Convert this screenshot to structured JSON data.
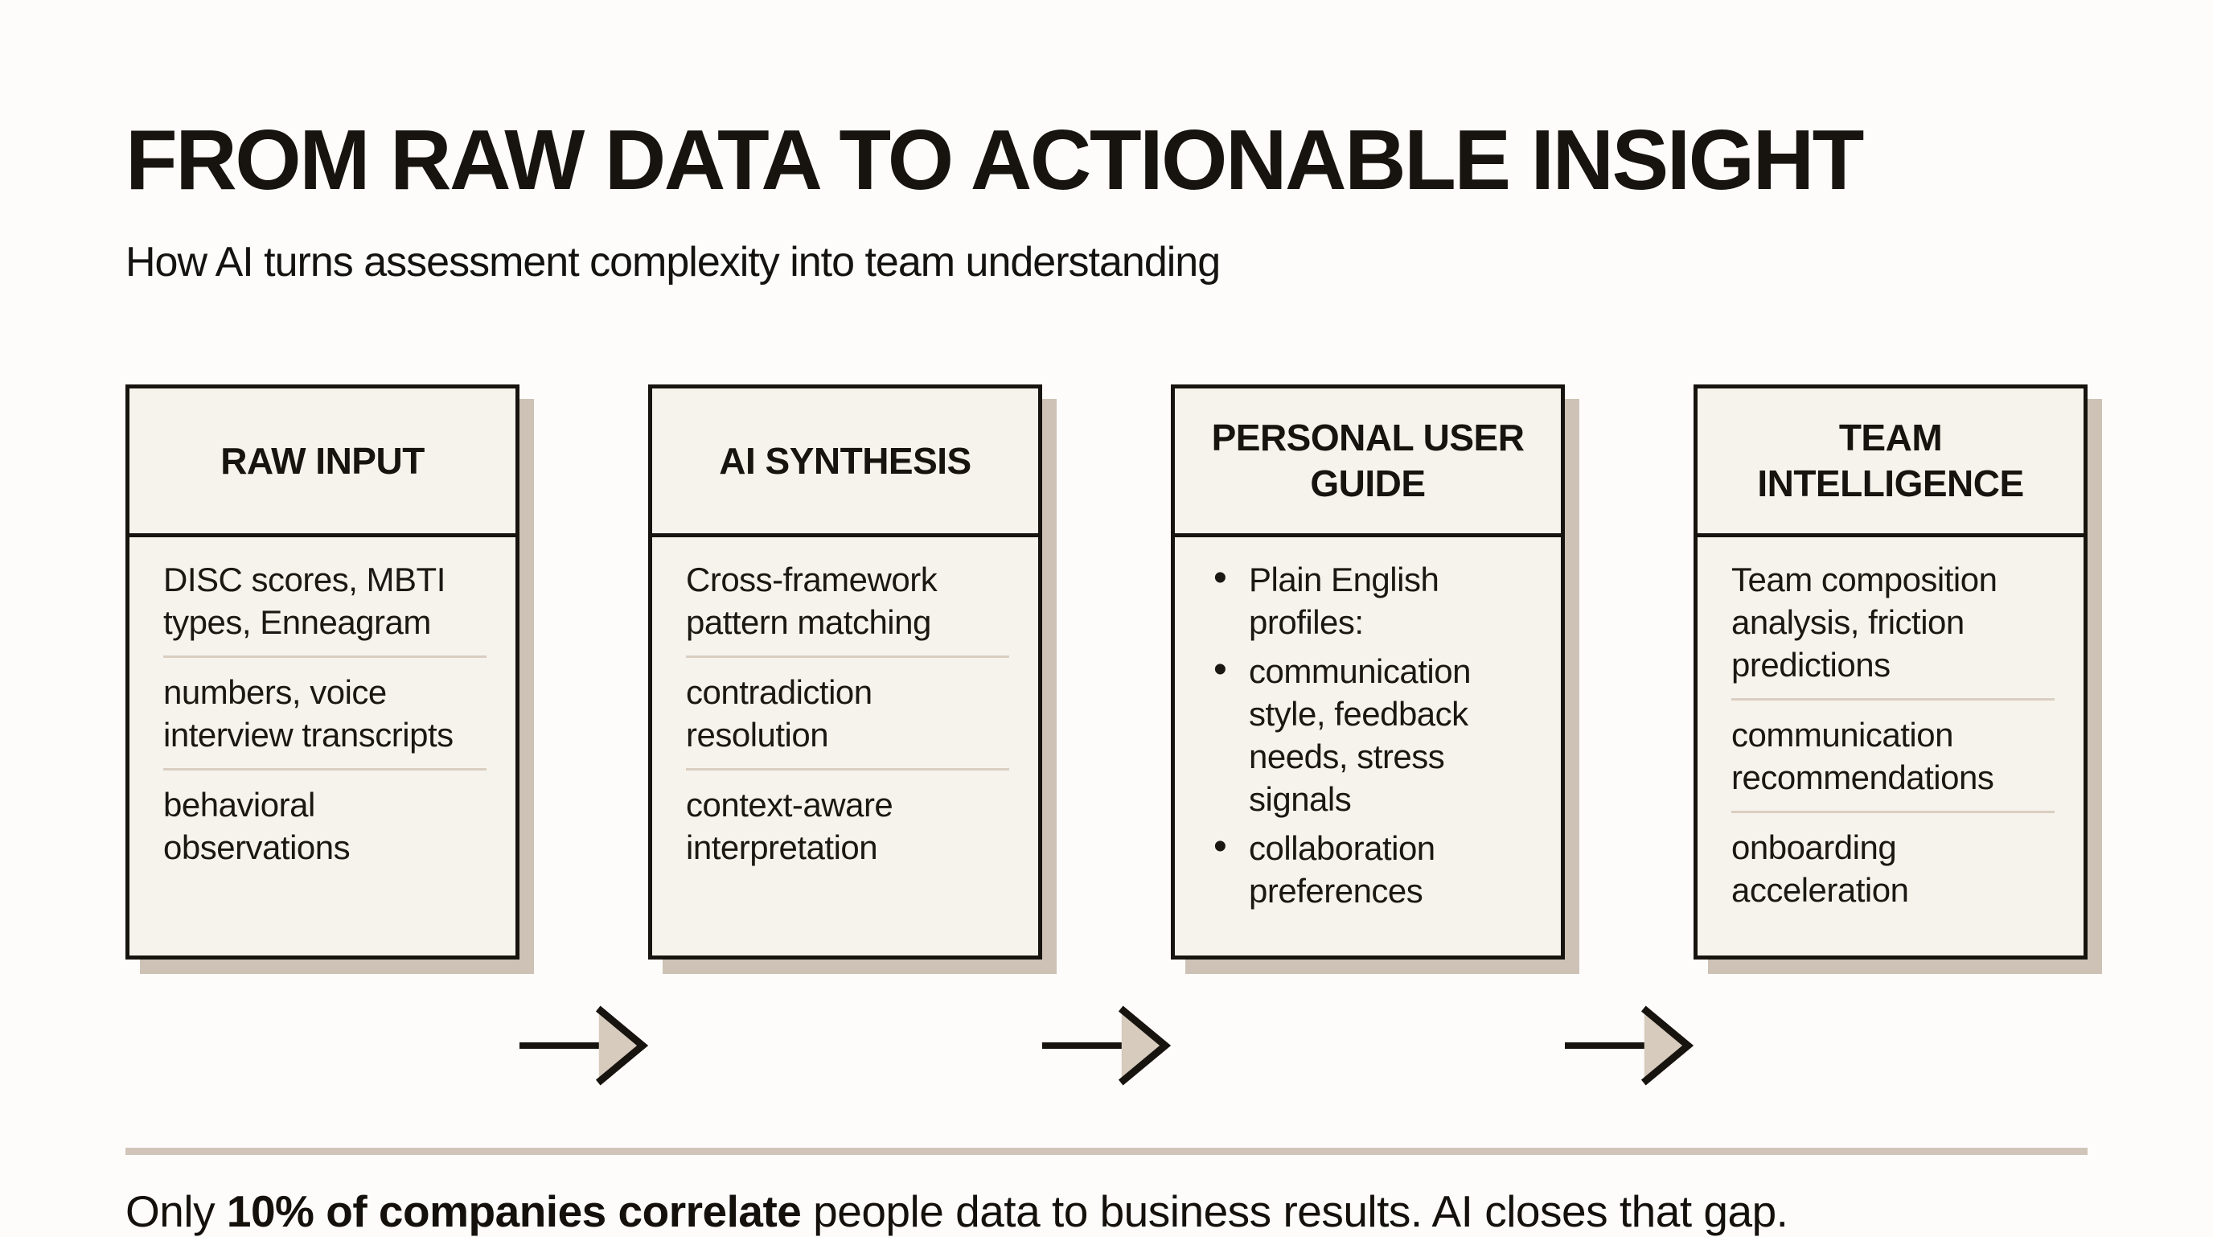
{
  "header": {
    "title": "FROM RAW DATA TO ACTIONABLE INSIGHT",
    "subtitle": "How AI turns assessment complexity into team understanding"
  },
  "flow": {
    "boxes": [
      {
        "title": "RAW INPUT",
        "list_style": "lines",
        "items": [
          "DISC scores, MBTI types, Enneagram",
          "numbers, voice interview transcripts",
          "behavioral observations"
        ]
      },
      {
        "title": "AI SYNTHESIS",
        "list_style": "lines",
        "items": [
          "Cross-framework pattern matching",
          "contradiction resolution",
          "context-aware interpretation"
        ]
      },
      {
        "title": "PERSONAL USER GUIDE",
        "list_style": "bullets",
        "items": [
          "Plain English profiles:",
          "communication style, feedback needs, stress signals",
          "collaboration preferences"
        ]
      },
      {
        "title": "TEAM INTELLIGENCE",
        "list_style": "lines",
        "items": [
          "Team composition analysis, friction predictions",
          "communication recommendations",
          "onboarding acceleration"
        ]
      }
    ],
    "arrow_icon": "right-arrow"
  },
  "footer": {
    "prefix": "Only ",
    "bold": "10% of companies correlate",
    "suffix": " people data to business results. AI closes that gap."
  },
  "colors": {
    "page_bg": "#fdfcfa",
    "box_bg": "#f6f3ed",
    "ink": "#17140f",
    "box_shadow": "#cdc2b5",
    "item_divider": "#d9cec1",
    "arrow_fill": "#d7cbbd",
    "footer_divider": "#d0c5b8"
  }
}
